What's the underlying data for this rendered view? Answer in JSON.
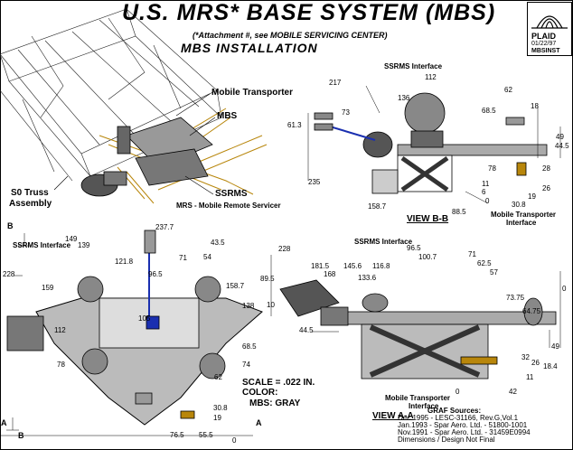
{
  "title": "U.S. MRS* BASE SYSTEM (MBS)",
  "subtitle": "(*Attachment #, see MOBILE SERVICING CENTER)",
  "subtitle2": "MBS INSTALLATION",
  "logo": {
    "name": "PLAID",
    "date": "01/22/97",
    "code": "MBSINST"
  },
  "labels": {
    "mobile_transporter": "Mobile Transporter",
    "mbs": "MBS",
    "s0_truss_line1": "S0 Truss",
    "s0_truss_line2": "Assembly",
    "ssrms": "SSRMS",
    "mrs": "MRS - Mobile Remote Servicer",
    "ssrms_iface_top": "SSRMS Interface",
    "ssrms_iface_left": "SSRMS Interface",
    "ssrms_iface_right": "SSRMS Interface",
    "mt_iface_b_line1": "Mobile Transporter",
    "mt_iface_b_line2": "Interface",
    "mt_iface_a_line1": "Mobile Transporter",
    "mt_iface_a_line2": "Interface",
    "view_bb": "VIEW B-B",
    "view_aa": "VIEW A-A",
    "b_top": "B",
    "b_bottom": "B",
    "a_left": "A",
    "a_right": "A"
  },
  "scale": {
    "line1": "SCALE = .022 IN.",
    "line2": "COLOR:",
    "line3": "MBS: GRAY"
  },
  "sources": {
    "header": "GRAF Sources:",
    "line1": "Dec.1995 - LESC-31166, Rev.G,Vol.1",
    "line2": "Jan.1993 - Spar Aero. Ltd. - 51800-1001",
    "line3": "Nov.1991 - Spar Aero. Ltd. - 31459E0994",
    "line4": "Dimensions / Design Not Final"
  },
  "dims_b": {
    "d217": "217",
    "d73": "73",
    "d613": "61.3",
    "d235": "235",
    "d136": "136",
    "d112": "112",
    "d62": "62",
    "d685": "68.5",
    "d18": "18",
    "d49": "49",
    "d445": "44.5",
    "d78": "78",
    "d28": "28",
    "d26": "26",
    "d1587": "158.7",
    "d11": "11",
    "d6": "6",
    "d0": "0",
    "d885": "88.5",
    "d308": "30.8",
    "d19": "19"
  },
  "dims_l": {
    "d2377": "237.7",
    "d149": "149",
    "d139": "139",
    "d435": "43.5",
    "d228": "228",
    "d1218": "121.8",
    "d965": "96.5",
    "d71": "71",
    "d54": "54",
    "d159": "159",
    "d1587": "158.7",
    "d138": "138",
    "d112": "112",
    "d105": "105",
    "d685": "68.5",
    "d78": "78",
    "d74": "74",
    "d62": "62",
    "d308": "30.8",
    "d19": "19",
    "d765": "76.5",
    "d555": "55.5",
    "d0": "0"
  },
  "dims_a": {
    "d228": "228",
    "d1815": "181.5",
    "d965": "96.5",
    "d1007": "100.7",
    "d895": "89.5",
    "d168": "168",
    "d1456": "145.6",
    "d1168": "116.8",
    "d71": "71",
    "d625": "62.5",
    "d57": "57",
    "d10": "10",
    "d1336": "133.6",
    "d7375": "73.75",
    "d6475": "64.75",
    "d0r": "0",
    "d445": "44.5",
    "d49": "49",
    "d32": "32",
    "d184": "18.4",
    "d26": "26",
    "d11": "11",
    "d42": "42",
    "d0": "0"
  }
}
